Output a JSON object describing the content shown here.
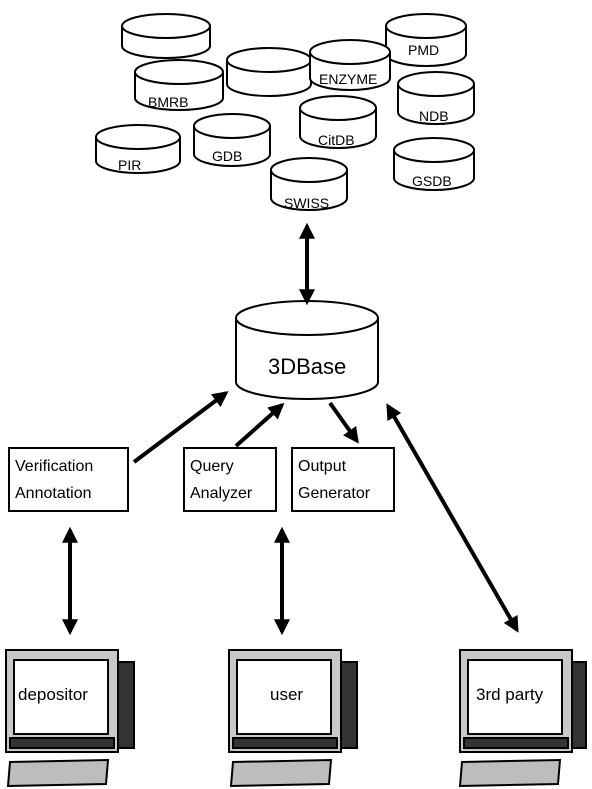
{
  "databases": [
    "PMD",
    "ENZYME",
    "BMRB",
    "NDB",
    "CitDB",
    "PIR",
    "GDB",
    "GSDB",
    "SWISS"
  ],
  "central": "3DBase",
  "modules": {
    "verification": [
      "Verification",
      "Annotation"
    ],
    "query": [
      "Query",
      "Analyzer"
    ],
    "output": [
      "Output",
      "Generator"
    ]
  },
  "terminals": {
    "depositor": "depositor",
    "user": "user",
    "third_party": "3rd party"
  }
}
